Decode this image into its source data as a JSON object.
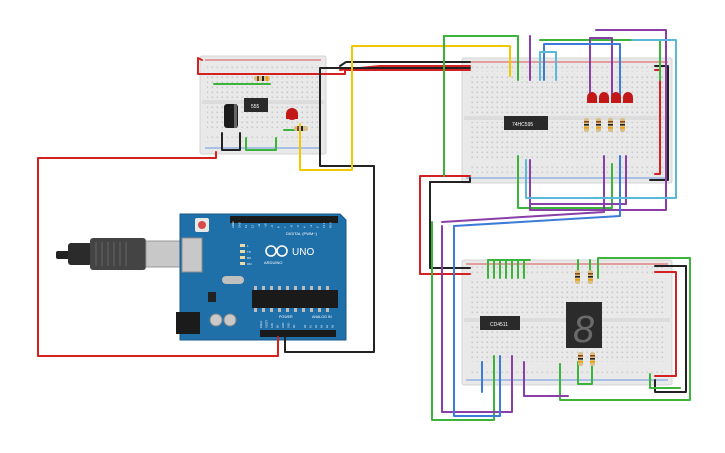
{
  "circuit": {
    "timer_chip_label": "555",
    "shift_register_label": "74HC595",
    "decoder_label": "CD4511",
    "seven_segment_digit": "8",
    "arduino": {
      "logo_text": "ARDUINO",
      "model": "UNO",
      "digital_header": "DIGITAL (PWM~)",
      "power_header": "POWER",
      "analog_header": "ANALOG IN",
      "digital_pins": [
        "AREF",
        "GND",
        "13",
        "12",
        "~11",
        "~10",
        "~9",
        "8",
        "7",
        "~6",
        "~5",
        "4",
        "~3",
        "2",
        "TX 1",
        "RX 0"
      ],
      "power_pins": [
        "IOREF",
        "RESET",
        "3.3V",
        "5V",
        "GND",
        "GND",
        "Vin"
      ],
      "analog_pins": [
        "A0",
        "A1",
        "A2",
        "A3",
        "A4",
        "A5"
      ],
      "indicator_labels": [
        "L",
        "TX",
        "RX",
        "ON"
      ]
    },
    "wire_colors": {
      "red": "#d42020",
      "black": "#222222",
      "yellow": "#f0c800",
      "green": "#3cb43c",
      "purple": "#8a3ea8",
      "blue": "#3c7cd8",
      "cyan": "#5ab8d8"
    },
    "led_count": 4,
    "led_color": "#c21818"
  }
}
